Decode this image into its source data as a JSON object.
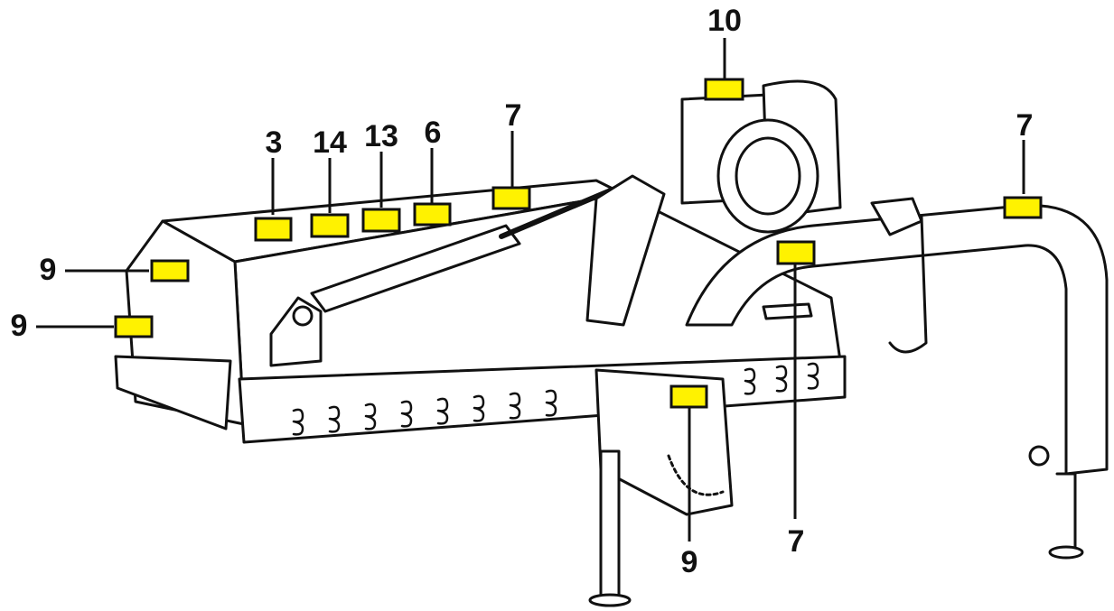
{
  "figure": {
    "label_color": "#fff200",
    "line_color": "#111111",
    "callouts": [
      {
        "id": "c10",
        "text": "10"
      },
      {
        "id": "c3",
        "text": "3"
      },
      {
        "id": "c14",
        "text": "14"
      },
      {
        "id": "c13",
        "text": "13"
      },
      {
        "id": "c6",
        "text": "6"
      },
      {
        "id": "c7a",
        "text": "7"
      },
      {
        "id": "c7b",
        "text": "7"
      },
      {
        "id": "c9a",
        "text": "9"
      },
      {
        "id": "c9b",
        "text": "9"
      },
      {
        "id": "c9c",
        "text": "9"
      },
      {
        "id": "c7c",
        "text": "7"
      }
    ]
  }
}
